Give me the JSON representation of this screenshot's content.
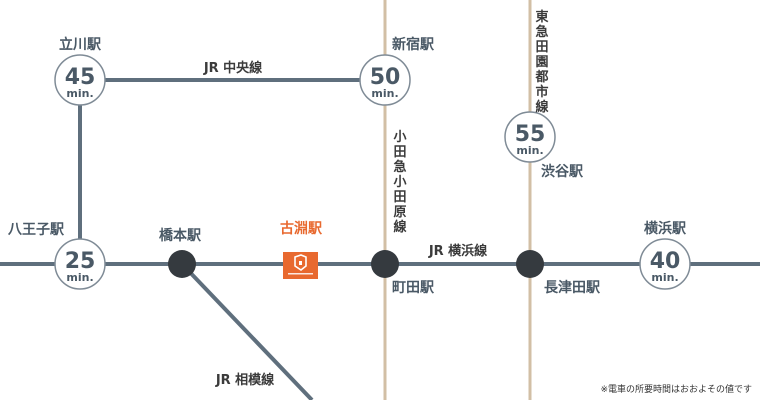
{
  "colors": {
    "jr_line": "#5f6f7d",
    "private_line": "#d2bfa5",
    "station_dot": "#353a3f",
    "accent": "#e8692f",
    "circle_stroke": "#7f8b96"
  },
  "stations": {
    "tachikawa": {
      "name": "立川駅",
      "minutes": "45",
      "unit": "min."
    },
    "shinjuku": {
      "name": "新宿駅",
      "minutes": "50",
      "unit": "min."
    },
    "shibuya": {
      "name": "渋谷駅",
      "minutes": "55",
      "unit": "min."
    },
    "hachioji": {
      "name": "八王子駅",
      "minutes": "25",
      "unit": "min."
    },
    "hashimoto": {
      "name": "橋本駅"
    },
    "kobuchi": {
      "name": "古淵駅"
    },
    "machida": {
      "name": "町田駅"
    },
    "nagatsuta": {
      "name": "長津田駅"
    },
    "yokohama": {
      "name": "横浜駅",
      "minutes": "40",
      "unit": "min."
    }
  },
  "lines": {
    "chuo": "JR 中央線",
    "yokohama": "JR 横浜線",
    "sagami": "JR 相模線",
    "odakyu": [
      "小",
      "田",
      "急",
      "小",
      "田",
      "原",
      "線"
    ],
    "tokyu": [
      "東",
      "急",
      "田",
      "園",
      "都",
      "市",
      "線"
    ]
  },
  "logo_icon": "kobuchi-building-logo-icon",
  "note": "※電車の所要時間はおおよその値です"
}
